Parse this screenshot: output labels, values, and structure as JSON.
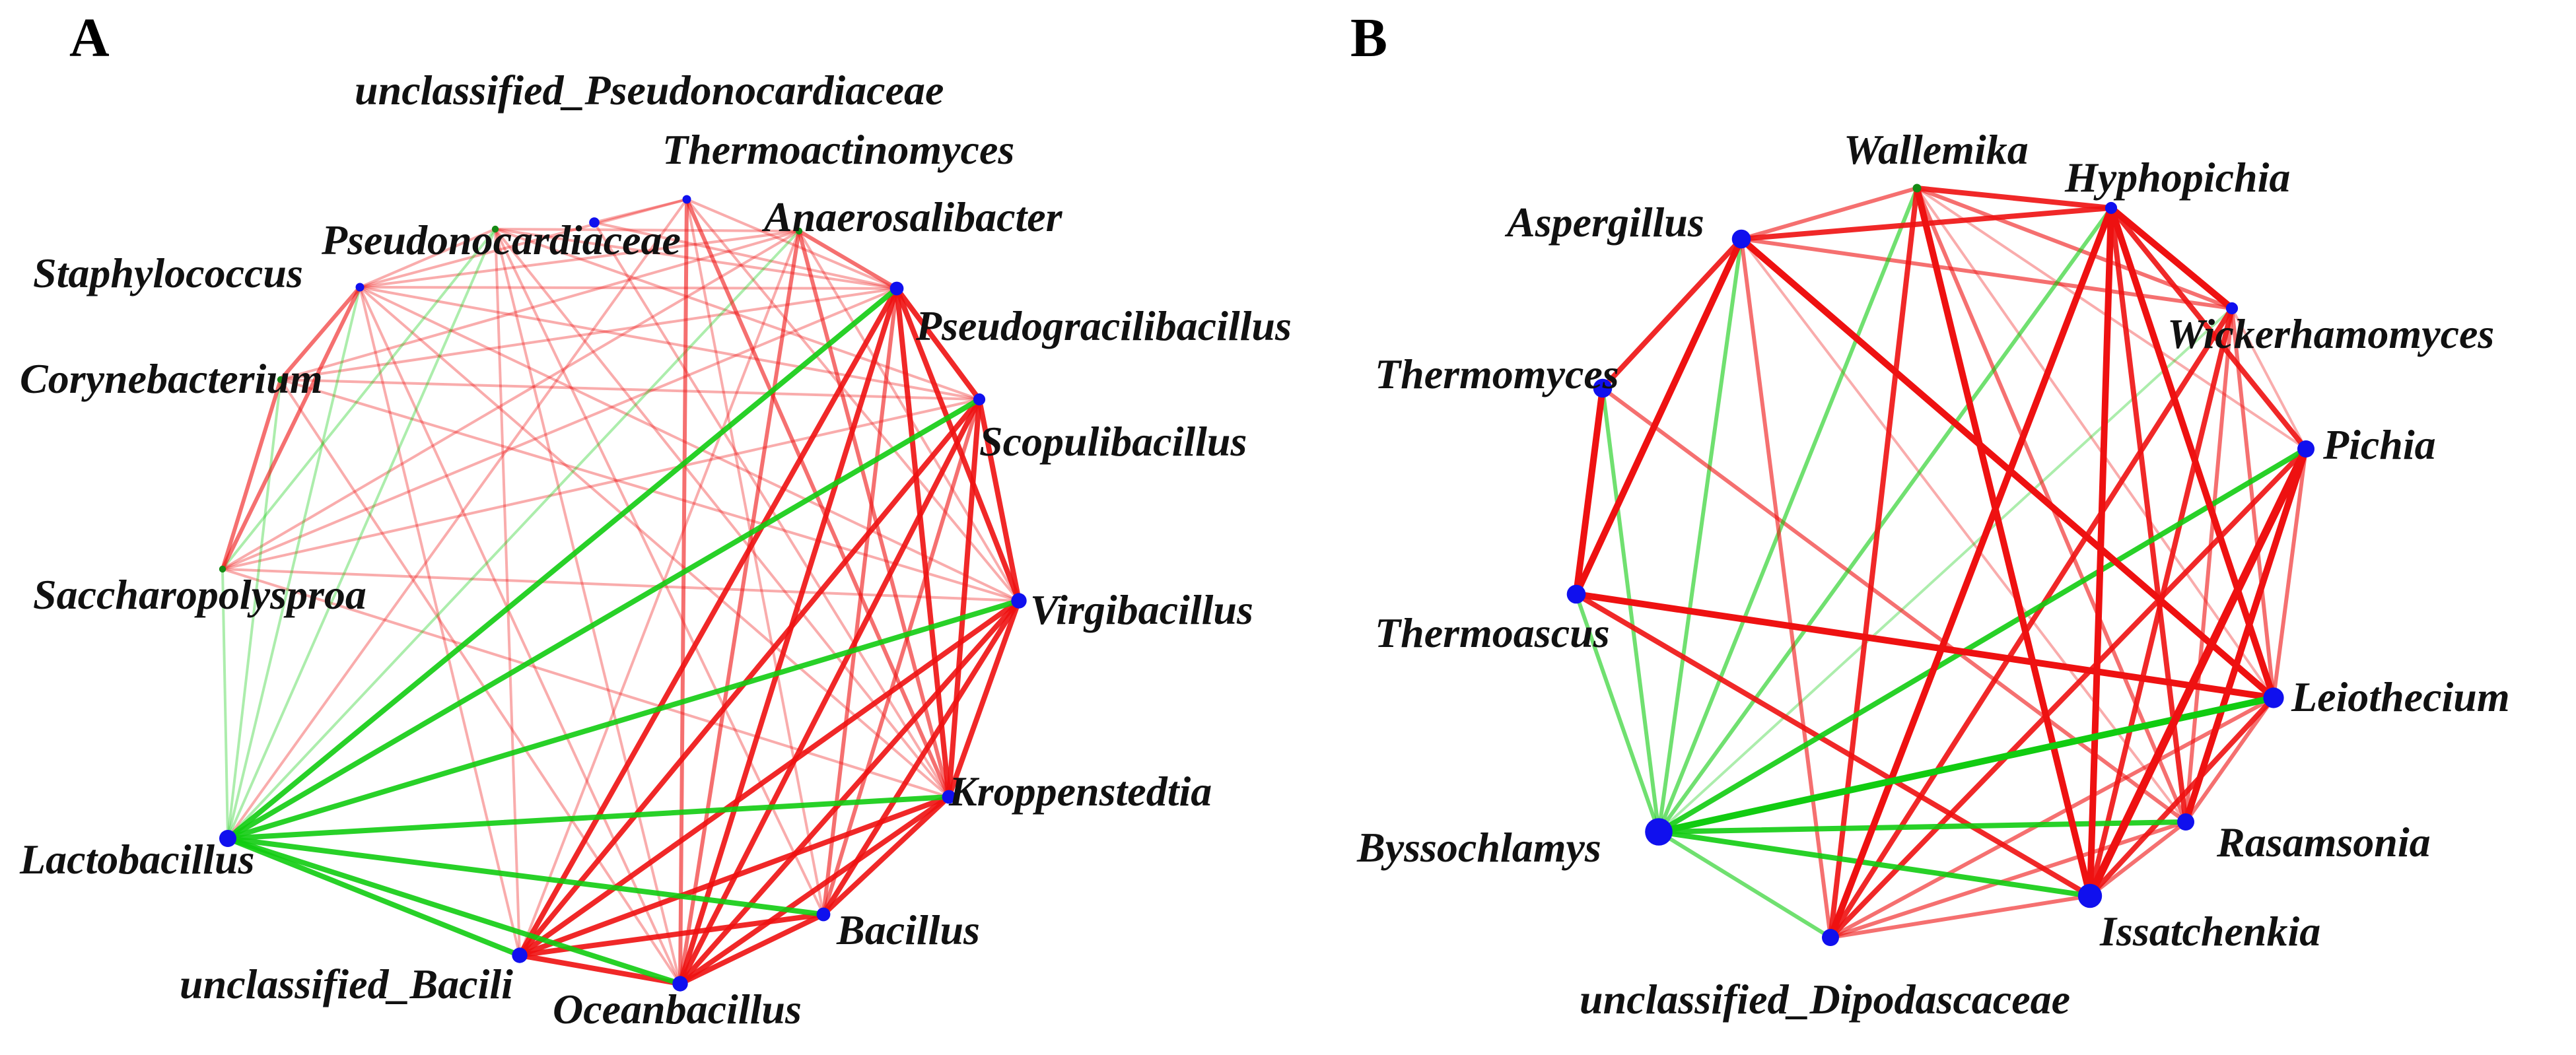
{
  "colors": {
    "positive": "#ee1111",
    "negative": "#11cc11",
    "node_default": "#1010ee",
    "node_alt": "#158a15"
  },
  "panels": [
    {
      "letter": "A",
      "nodes": [
        {
          "id": "Pseudonocardiaceae",
          "label": "Pseudonocardiaceae",
          "color": "node_alt",
          "size": 4
        },
        {
          "id": "unclassified_Pseudonocardiaceae",
          "label": "unclassified_Pseudonocardiaceae",
          "color": "node_default",
          "size": 6
        },
        {
          "id": "Thermoactinomyces",
          "label": "Thermoactinomyces",
          "color": "node_default",
          "size": 5
        },
        {
          "id": "Anaerosalibacter",
          "label": "Anaerosalibacter",
          "color": "node_alt",
          "size": 4
        },
        {
          "id": "Pseudogracilibacillus",
          "label": "Pseudogracilibacillus",
          "color": "node_default",
          "size": 8
        },
        {
          "id": "Scopulibacillus",
          "label": "Scopulibacillus",
          "color": "node_default",
          "size": 7
        },
        {
          "id": "Virgibacillus",
          "label": "Virgibacillus",
          "color": "node_default",
          "size": 9
        },
        {
          "id": "Kroppenstedtia",
          "label": "Kroppenstedtia",
          "color": "node_default",
          "size": 8
        },
        {
          "id": "Bacillus",
          "label": "Bacillus",
          "color": "node_default",
          "size": 8
        },
        {
          "id": "Oceanbacillus",
          "label": "Oceanbacillus",
          "color": "node_default",
          "size": 9
        },
        {
          "id": "unclassified_Bacili",
          "label": "unclassified_Bacili",
          "color": "node_default",
          "size": 9
        },
        {
          "id": "Lactobacillus",
          "label": "Lactobacillus",
          "color": "node_default",
          "size": 10
        },
        {
          "id": "Saccharopolysproa",
          "label": "Saccharopolysproa",
          "color": "node_alt",
          "size": 4
        },
        {
          "id": "Corynebacterium",
          "label": "Corynebacterium",
          "color": "node_alt",
          "size": 4
        },
        {
          "id": "Staphylococcus",
          "label": "Staphylococcus",
          "color": "node_default",
          "size": 5
        }
      ],
      "edges": [
        [
          "Staphylococcus",
          "Saccharopolysproa",
          "pos",
          2
        ],
        [
          "Corynebacterium",
          "Saccharopolysproa",
          "pos",
          2
        ],
        [
          "Staphylococcus",
          "Corynebacterium",
          "pos",
          2
        ],
        [
          "Pseudogracilibacillus",
          "Oceanbacillus",
          "pos",
          3
        ],
        [
          "Pseudogracilibacillus",
          "unclassified_Bacili",
          "pos",
          3
        ],
        [
          "Pseudogracilibacillus",
          "Bacillus",
          "pos",
          2
        ],
        [
          "Pseudogracilibacillus",
          "Kroppenstedtia",
          "pos",
          3
        ],
        [
          "Pseudogracilibacillus",
          "Virgibacillus",
          "pos",
          3
        ],
        [
          "Pseudogracilibacillus",
          "Scopulibacillus",
          "pos",
          3
        ],
        [
          "Scopulibacillus",
          "Oceanbacillus",
          "pos",
          3
        ],
        [
          "Scopulibacillus",
          "unclassified_Bacili",
          "pos",
          3
        ],
        [
          "Scopulibacillus",
          "Kroppenstedtia",
          "pos",
          3
        ],
        [
          "Scopulibacillus",
          "Virgibacillus",
          "pos",
          3
        ],
        [
          "Scopulibacillus",
          "Bacillus",
          "pos",
          2
        ],
        [
          "Virgibacillus",
          "Oceanbacillus",
          "pos",
          3
        ],
        [
          "Virgibacillus",
          "unclassified_Bacili",
          "pos",
          3
        ],
        [
          "Virgibacillus",
          "Bacillus",
          "pos",
          3
        ],
        [
          "Virgibacillus",
          "Kroppenstedtia",
          "pos",
          3
        ],
        [
          "Kroppenstedtia",
          "Oceanbacillus",
          "pos",
          3
        ],
        [
          "Kroppenstedtia",
          "unclassified_Bacili",
          "pos",
          3
        ],
        [
          "Kroppenstedtia",
          "Bacillus",
          "pos",
          3
        ],
        [
          "Bacillus",
          "Oceanbacillus",
          "pos",
          3
        ],
        [
          "Bacillus",
          "unclassified_Bacili",
          "pos",
          3
        ],
        [
          "Oceanbacillus",
          "unclassified_Bacili",
          "pos",
          3
        ],
        [
          "Anaerosalibacter",
          "Pseudogracilibacillus",
          "pos",
          2
        ],
        [
          "Anaerosalibacter",
          "Kroppenstedtia",
          "pos",
          2
        ],
        [
          "Anaerosalibacter",
          "Oceanbacillus",
          "pos",
          2
        ],
        [
          "Anaerosalibacter",
          "Virgibacillus",
          "pos",
          1
        ],
        [
          "Anaerosalibacter",
          "unclassified_Bacili",
          "pos",
          1
        ],
        [
          "Thermoactinomyces",
          "Oceanbacillus",
          "pos",
          2
        ],
        [
          "Thermoactinomyces",
          "Kroppenstedtia",
          "pos",
          2
        ],
        [
          "Thermoactinomyces",
          "Bacillus",
          "pos",
          1
        ],
        [
          "Thermoactinomyces",
          "Virgibacillus",
          "pos",
          1
        ],
        [
          "Thermoactinomyces",
          "Pseudogracilibacillus",
          "pos",
          1
        ],
        [
          "unclassified_Pseudonocardiaceae",
          "Pseudogracilibacillus",
          "pos",
          1
        ],
        [
          "unclassified_Pseudonocardiaceae",
          "Kroppenstedtia",
          "pos",
          1
        ],
        [
          "unclassified_Pseudonocardiaceae",
          "Thermoactinomyces",
          "pos",
          1
        ],
        [
          "Pseudonocardiaceae",
          "Pseudogracilibacillus",
          "pos",
          1
        ],
        [
          "Pseudonocardiaceae",
          "Oceanbacillus",
          "pos",
          1
        ],
        [
          "Pseudonocardiaceae",
          "unclassified_Bacili",
          "pos",
          1
        ],
        [
          "Pseudonocardiaceae",
          "Kroppenstedtia",
          "pos",
          1
        ],
        [
          "Pseudonocardiaceae",
          "Bacillus",
          "pos",
          1
        ],
        [
          "Pseudonocardiaceae",
          "Anaerosalibacter",
          "pos",
          1
        ],
        [
          "Pseudonocardiaceae",
          "Scopulibacillus",
          "pos",
          1
        ],
        [
          "Staphylococcus",
          "Anaerosalibacter",
          "pos",
          1
        ],
        [
          "Staphylococcus",
          "Pseudogracilibacillus",
          "pos",
          1
        ],
        [
          "Staphylococcus",
          "Scopulibacillus",
          "pos",
          1
        ],
        [
          "Staphylococcus",
          "Virgibacillus",
          "pos",
          1
        ],
        [
          "Staphylococcus",
          "Kroppenstedtia",
          "pos",
          1
        ],
        [
          "Staphylococcus",
          "Oceanbacillus",
          "pos",
          1
        ],
        [
          "Staphylococcus",
          "unclassified_Bacili",
          "pos",
          1
        ],
        [
          "Staphylococcus",
          "Thermoactinomyces",
          "pos",
          1
        ],
        [
          "Staphylococcus",
          "Pseudonocardiaceae",
          "pos",
          1
        ],
        [
          "Corynebacterium",
          "Pseudogracilibacillus",
          "pos",
          1
        ],
        [
          "Corynebacterium",
          "Virgibacillus",
          "pos",
          1
        ],
        [
          "Corynebacterium",
          "Oceanbacillus",
          "pos",
          1
        ],
        [
          "Corynebacterium",
          "Scopulibacillus",
          "pos",
          1
        ],
        [
          "Corynebacterium",
          "Anaerosalibacter",
          "pos",
          1
        ],
        [
          "Saccharopolysproa",
          "Pseudogracilibacillus",
          "pos",
          1
        ],
        [
          "Saccharopolysproa",
          "Virgibacillus",
          "pos",
          1
        ],
        [
          "Saccharopolysproa",
          "Scopulibacillus",
          "pos",
          1
        ],
        [
          "Saccharopolysproa",
          "Anaerosalibacter",
          "pos",
          1
        ],
        [
          "Saccharopolysproa",
          "Kroppenstedtia",
          "pos",
          1
        ],
        [
          "Lactobacillus",
          "Pseudogracilibacillus",
          "neg",
          3
        ],
        [
          "Lactobacillus",
          "Scopulibacillus",
          "neg",
          3
        ],
        [
          "Lactobacillus",
          "Virgibacillus",
          "neg",
          3
        ],
        [
          "Lactobacillus",
          "Kroppenstedtia",
          "neg",
          3
        ],
        [
          "Lactobacillus",
          "Bacillus",
          "neg",
          3
        ],
        [
          "Lactobacillus",
          "Oceanbacillus",
          "neg",
          3
        ],
        [
          "Lactobacillus",
          "unclassified_Bacili",
          "neg",
          3
        ],
        [
          "Lactobacillus",
          "Saccharopolysproa",
          "neg",
          1
        ],
        [
          "Lactobacillus",
          "Staphylococcus",
          "neg",
          1
        ],
        [
          "Lactobacillus",
          "Pseudonocardiaceae",
          "neg",
          1
        ],
        [
          "Lactobacillus",
          "Corynebacterium",
          "neg",
          1
        ],
        [
          "Lactobacillus",
          "Anaerosalibacter",
          "neg",
          1
        ],
        [
          "Pseudonocardiaceae",
          "Saccharopolysproa",
          "neg",
          1
        ],
        [
          "Lactobacillus",
          "Thermoactinomyces",
          "pos",
          1
        ]
      ]
    },
    {
      "letter": "B",
      "nodes": [
        {
          "id": "Wallemika",
          "label": "Wallemika",
          "color": "node_alt",
          "size": 5
        },
        {
          "id": "Hyphopichia",
          "label": "Hyphopichia",
          "color": "node_default",
          "size": 7
        },
        {
          "id": "Wickerhamomyces",
          "label": "Wickerhamomyces",
          "color": "node_default",
          "size": 7
        },
        {
          "id": "Pichia",
          "label": "Pichia",
          "color": "node_default",
          "size": 10
        },
        {
          "id": "Leiothecium",
          "label": "Leiothecium",
          "color": "node_default",
          "size": 12
        },
        {
          "id": "Rasamsonia",
          "label": "Rasamsonia",
          "color": "node_default",
          "size": 10
        },
        {
          "id": "Issatchenkia",
          "label": "Issatchenkia",
          "color": "node_default",
          "size": 14
        },
        {
          "id": "unclassified_Dipodascaceae",
          "label": "unclassified_Dipodascaceae",
          "color": "node_default",
          "size": 10
        },
        {
          "id": "Byssochlamys",
          "label": "Byssochlamys",
          "color": "node_default",
          "size": 16
        },
        {
          "id": "Thermoascus",
          "label": "Thermoascus",
          "color": "node_default",
          "size": 11
        },
        {
          "id": "Thermomyces",
          "label": "Thermomyces",
          "color": "node_default",
          "size": 11
        },
        {
          "id": "Aspergillus",
          "label": "Aspergillus",
          "color": "node_default",
          "size": 11
        }
      ],
      "edges": [
        [
          "Aspergillus",
          "Wallemika",
          "pos",
          2
        ],
        [
          "Aspergillus",
          "Hyphopichia",
          "pos",
          3
        ],
        [
          "Aspergillus",
          "Wickerhamomyces",
          "pos",
          2
        ],
        [
          "Aspergillus",
          "Thermoascus",
          "pos",
          4
        ],
        [
          "Aspergillus",
          "Thermomyces",
          "pos",
          3
        ],
        [
          "Aspergillus",
          "Leiothecium",
          "pos",
          4
        ],
        [
          "Aspergillus",
          "Rasamsonia",
          "pos",
          1
        ],
        [
          "Aspergillus",
          "Byssochlamys",
          "neg",
          2
        ],
        [
          "Thermomyces",
          "Thermoascus",
          "pos",
          4
        ],
        [
          "Thermomyces",
          "Rasamsonia",
          "pos",
          2
        ],
        [
          "Thermomyces",
          "Byssochlamys",
          "neg",
          2
        ],
        [
          "Thermoascus",
          "Leiothecium",
          "pos",
          4
        ],
        [
          "Thermoascus",
          "Issatchenkia",
          "pos",
          3
        ],
        [
          "Thermoascus",
          "Byssochlamys",
          "neg",
          2
        ],
        [
          "Wallemika",
          "Hyphopichia",
          "pos",
          3
        ],
        [
          "Wallemika",
          "Wickerhamomyces",
          "pos",
          2
        ],
        [
          "Wallemika",
          "Pichia",
          "pos",
          1
        ],
        [
          "Wallemika",
          "Leiothecium",
          "pos",
          1
        ],
        [
          "Wallemika",
          "Rasamsonia",
          "pos",
          2
        ],
        [
          "Wallemika",
          "Issatchenkia",
          "pos",
          4
        ],
        [
          "Wallemika",
          "unclassified_Dipodascaceae",
          "pos",
          3
        ],
        [
          "Wallemika",
          "Byssochlamys",
          "neg",
          2
        ],
        [
          "Hyphopichia",
          "Wickerhamomyces",
          "pos",
          4
        ],
        [
          "Hyphopichia",
          "Pichia",
          "pos",
          3
        ],
        [
          "Hyphopichia",
          "Leiothecium",
          "pos",
          4
        ],
        [
          "Hyphopichia",
          "Rasamsonia",
          "pos",
          3
        ],
        [
          "Hyphopichia",
          "Issatchenkia",
          "pos",
          4
        ],
        [
          "Hyphopichia",
          "unclassified_Dipodascaceae",
          "pos",
          4
        ],
        [
          "Hyphopichia",
          "Byssochlamys",
          "neg",
          2
        ],
        [
          "Wickerhamomyces",
          "Pichia",
          "pos",
          1
        ],
        [
          "Wickerhamomyces",
          "Leiothecium",
          "pos",
          2
        ],
        [
          "Wickerhamomyces",
          "Rasamsonia",
          "pos",
          2
        ],
        [
          "Wickerhamomyces",
          "Issatchenkia",
          "pos",
          3
        ],
        [
          "Wickerhamomyces",
          "unclassified_Dipodascaceae",
          "pos",
          3
        ],
        [
          "Wickerhamomyces",
          "Byssochlamys",
          "neg",
          1
        ],
        [
          "Pichia",
          "Issatchenkia",
          "pos",
          5
        ],
        [
          "Pichia",
          "Rasamsonia",
          "pos",
          4
        ],
        [
          "Pichia",
          "unclassified_Dipodascaceae",
          "pos",
          3
        ],
        [
          "Pichia",
          "Leiothecium",
          "pos",
          2
        ],
        [
          "Pichia",
          "Byssochlamys",
          "neg",
          3
        ],
        [
          "Leiothecium",
          "Issatchenkia",
          "pos",
          3
        ],
        [
          "Leiothecium",
          "Rasamsonia",
          "pos",
          2
        ],
        [
          "Leiothecium",
          "unclassified_Dipodascaceae",
          "pos",
          2
        ],
        [
          "Leiothecium",
          "Byssochlamys",
          "neg",
          4
        ],
        [
          "Rasamsonia",
          "Issatchenkia",
          "pos",
          2
        ],
        [
          "Rasamsonia",
          "unclassified_Dipodascaceae",
          "pos",
          2
        ],
        [
          "Rasamsonia",
          "Byssochlamys",
          "neg",
          3
        ],
        [
          "Issatchenkia",
          "Byssochlamys",
          "neg",
          3
        ],
        [
          "Issatchenkia",
          "unclassified_Dipodascaceae",
          "pos",
          2
        ],
        [
          "unclassified_Dipodascaceae",
          "Byssochlamys",
          "neg",
          2
        ],
        [
          "unclassified_Dipodascaceae",
          "Aspergillus",
          "pos",
          2
        ]
      ]
    }
  ]
}
